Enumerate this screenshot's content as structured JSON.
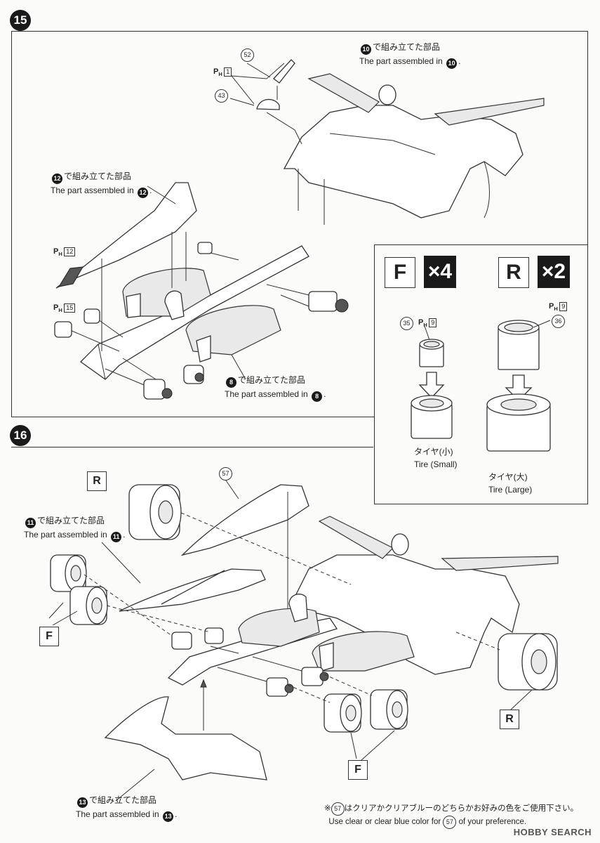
{
  "step15": {
    "number": "15",
    "part52": "52",
    "part43": "43",
    "ph_top": {
      "prefix": "P",
      "sub": "H",
      "box": "1"
    },
    "note10": {
      "jp": "で組み立てた部品",
      "en": "The part assembled in",
      "ref": "10"
    },
    "note12": {
      "jp": "で組み立てた部品",
      "en": "The part assembled in",
      "ref": "12"
    },
    "note8": {
      "jp": "で組み立てた部品",
      "en": "The part assembled in",
      "ref": "8"
    },
    "ph12": {
      "prefix": "P",
      "sub": "H",
      "box": "12"
    },
    "ph15": {
      "prefix": "P",
      "sub": "H",
      "box": "15"
    }
  },
  "tires_panel": {
    "front_label": "F",
    "front_count": "×4",
    "rear_label": "R",
    "rear_count": "×2",
    "part35": "35",
    "part36": "36",
    "ph9_small": {
      "prefix": "P",
      "sub": "H",
      "box": "9"
    },
    "ph9_large": {
      "prefix": "P",
      "sub": "H",
      "box": "9"
    },
    "tire_small_jp": "タイヤ(小)",
    "tire_small_en": "Tire (Small)",
    "tire_large_jp": "タイヤ(大)",
    "tire_large_en": "Tire (Large)"
  },
  "step16": {
    "number": "16",
    "part57": "57",
    "label_r_top": "R",
    "label_f_left": "F",
    "label_r_right": "R",
    "label_f_bottom": "F",
    "note11": {
      "jp": "で組み立てた部品",
      "en": "The part assembled in",
      "ref": "11"
    },
    "note13": {
      "jp": "で組み立てた部品",
      "en": "The part assembled in",
      "ref": "13"
    },
    "footnote_ref": "57",
    "footnote_jp": "はクリアかクリアブルーのどちらかお好みの色をご使用下さい。",
    "footnote_en_a": "Use clear or clear blue color for",
    "footnote_en_b": "of your preference."
  },
  "watermark": "HOBBY SEARCH"
}
